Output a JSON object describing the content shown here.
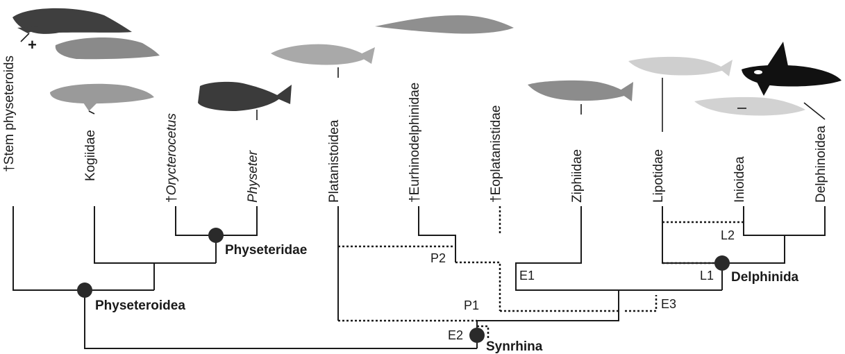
{
  "taxa": {
    "stem_physeteroids": "†Stem physeteroids",
    "kogiidae": "Kogiidae",
    "orycterocetus_dagger": "†",
    "orycterocetus_name": "Orycterocetus",
    "physeter": "Physeter",
    "platanistoidea": "Platanistoidea",
    "eurhinodelphinidae": "†Eurhinodelphinidae",
    "eoplatanistidae": "†Eoplatanistidae",
    "ziphiidae": "Ziphiidae",
    "lipotidae": "Lipotidae",
    "inioidea": "Inioidea",
    "delphinoidea": "Delphinoidea"
  },
  "clades": {
    "physeteridae": "Physeteridae",
    "physeteroidea": "Physeteroidea",
    "delphinida": "Delphinida",
    "synrhina": "Synrhina"
  },
  "node_codes": {
    "p1": "P1",
    "p2": "P2",
    "e1": "E1",
    "e2": "E2",
    "e3": "E3",
    "l1": "L1",
    "l2": "L2"
  },
  "plus_mark": "+",
  "illustrations": {
    "stem_physeteroid_whale": "whale-silhouette",
    "kogia_whale": "whale-silhouette",
    "physeter_whale": "whale-silhouette",
    "platanista_dolphin": "dolphin-silhouette",
    "eurhinodelphis_dolphin": "dolphin-silhouette",
    "ziphiid_whale": "whale-silhouette",
    "lipotes_dolphin": "dolphin-silhouette",
    "inia_dolphin": "dolphin-silhouette",
    "orca": "orca-silhouette"
  },
  "colors": {
    "dark_whale": "#3f3f3f",
    "grey_whale": "#8c8c8c",
    "pale_dolphin": "#c9c9c9",
    "orca_black": "#111111",
    "line": "#1a1a1a"
  }
}
